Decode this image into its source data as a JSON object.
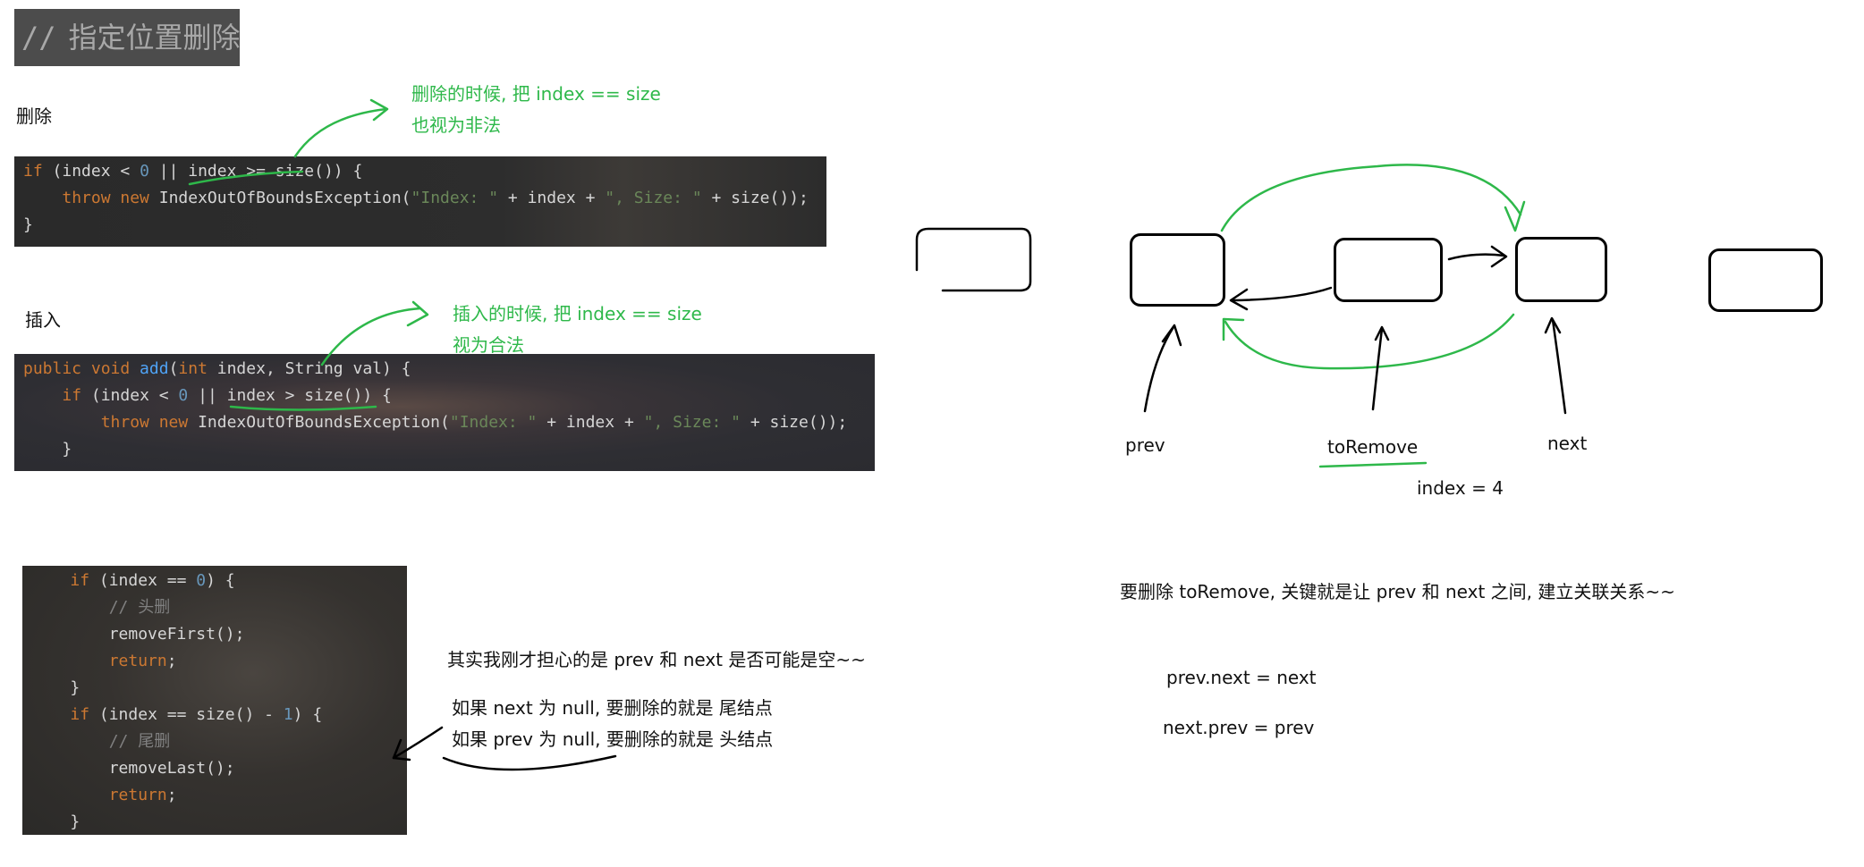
{
  "title": {
    "slashes": "//",
    "text": "指定位置删除"
  },
  "labels": {
    "delete": "删除",
    "insert": "插入"
  },
  "notes": {
    "delete_1": "删除的时候, 把 index == size",
    "delete_2": "也视为非法",
    "insert_1": "插入的时候, 把 index == size",
    "insert_2": "视为合法",
    "worry": "其实我刚才担心的是 prev 和 next 是否可能是空~~",
    "next_null": "如果 next 为 null, 要删除的就是 尾结点",
    "prev_null": "如果 prev 为 null, 要删除的就是 头结点",
    "key": "要删除 toRemove, 关键就是让 prev 和 next 之间, 建立关联关系~~",
    "prev_next": "prev.next = next",
    "next_prev": "next.prev = prev"
  },
  "code_delete": [
    [
      {
        "t": "if",
        "c": "kw"
      },
      {
        "t": " (index < ",
        "c": ""
      },
      {
        "t": "0",
        "c": "num"
      },
      {
        "t": " || index >= size()) {",
        "c": ""
      }
    ],
    [
      {
        "t": "    ",
        "c": ""
      },
      {
        "t": "throw new",
        "c": "kw"
      },
      {
        "t": " IndexOutOfBoundsException(",
        "c": ""
      },
      {
        "t": "\"Index: \"",
        "c": "str"
      },
      {
        "t": " + index + ",
        "c": ""
      },
      {
        "t": "\", Size: \"",
        "c": "str"
      },
      {
        "t": " + size());",
        "c": ""
      }
    ],
    [
      {
        "t": "}",
        "c": ""
      }
    ]
  ],
  "code_insert": [
    [
      {
        "t": "public void ",
        "c": "kw"
      },
      {
        "t": "add",
        "c": "fn"
      },
      {
        "t": "(",
        "c": ""
      },
      {
        "t": "int",
        "c": "kw"
      },
      {
        "t": " index, String val) {",
        "c": ""
      }
    ],
    [
      {
        "t": "    ",
        "c": ""
      },
      {
        "t": "if",
        "c": "kw"
      },
      {
        "t": " (index < ",
        "c": ""
      },
      {
        "t": "0",
        "c": "num"
      },
      {
        "t": " || index > size()) {",
        "c": ""
      }
    ],
    [
      {
        "t": "        ",
        "c": ""
      },
      {
        "t": "throw new",
        "c": "kw"
      },
      {
        "t": " IndexOutOfBoundsException(",
        "c": ""
      },
      {
        "t": "\"Index: \"",
        "c": "str"
      },
      {
        "t": " + index + ",
        "c": ""
      },
      {
        "t": "\", Size: \"",
        "c": "str"
      },
      {
        "t": " + size());",
        "c": ""
      }
    ],
    [
      {
        "t": "    }",
        "c": ""
      }
    ]
  ],
  "code_edge": [
    [
      {
        "t": "    ",
        "c": ""
      },
      {
        "t": "if",
        "c": "kw"
      },
      {
        "t": " (index == ",
        "c": ""
      },
      {
        "t": "0",
        "c": "num"
      },
      {
        "t": ") {",
        "c": ""
      }
    ],
    [
      {
        "t": "        ",
        "c": ""
      },
      {
        "t": "// 头删",
        "c": "cmt"
      }
    ],
    [
      {
        "t": "        removeFirst();",
        "c": ""
      }
    ],
    [
      {
        "t": "        ",
        "c": ""
      },
      {
        "t": "return",
        "c": "kw"
      },
      {
        "t": ";",
        "c": ""
      }
    ],
    [
      {
        "t": "    }",
        "c": ""
      }
    ],
    [
      {
        "t": "    ",
        "c": ""
      },
      {
        "t": "if",
        "c": "kw"
      },
      {
        "t": " (index == size() - ",
        "c": ""
      },
      {
        "t": "1",
        "c": "num"
      },
      {
        "t": ") {",
        "c": ""
      }
    ],
    [
      {
        "t": "        ",
        "c": ""
      },
      {
        "t": "// 尾删",
        "c": "cmt"
      }
    ],
    [
      {
        "t": "        removeLast();",
        "c": ""
      }
    ],
    [
      {
        "t": "        ",
        "c": ""
      },
      {
        "t": "return",
        "c": "kw"
      },
      {
        "t": ";",
        "c": ""
      }
    ],
    [
      {
        "t": "    }",
        "c": ""
      }
    ]
  ],
  "diagram": {
    "prev_label": "prev",
    "to_remove_label": "toRemove",
    "next_label": "next",
    "index_label": "index = 4"
  },
  "colors": {
    "annotation_green": "#2eb84a",
    "ink": "#000000"
  }
}
